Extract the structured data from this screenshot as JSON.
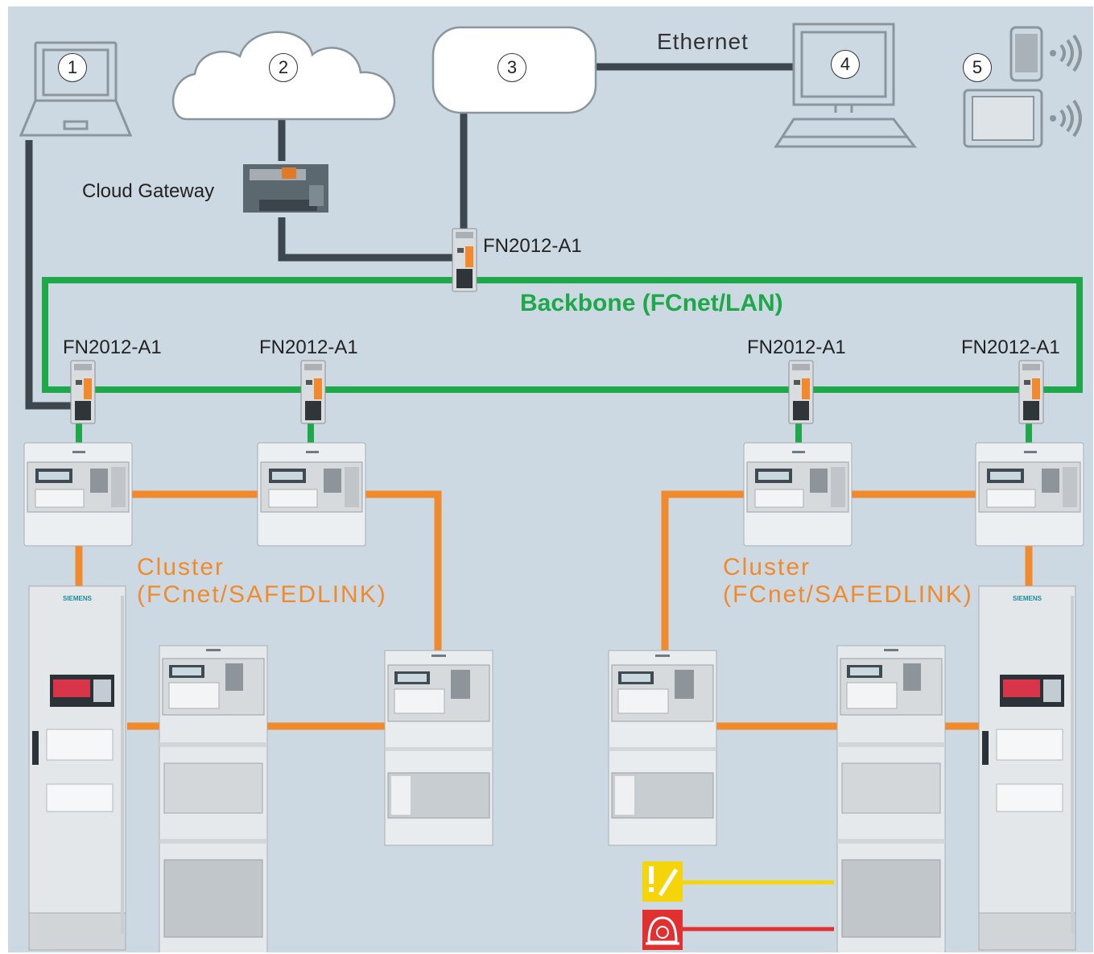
{
  "labels": {
    "cloud_gateway": "Cloud Gateway",
    "ethernet": "Ethernet",
    "backbone": "Backbone (FCnet/LAN)",
    "fn_top": "FN2012-A1",
    "fn_1": "FN2012-A1",
    "fn_2": "FN2012-A1",
    "fn_3": "FN2012-A1",
    "fn_4": "FN2012-A1",
    "cluster_left": "Cluster\n(FCnet/SAFEDLINK)",
    "cluster_right": "Cluster\n(FCnet/SAFEDLINK)"
  },
  "markers": [
    "1",
    "2",
    "3",
    "4",
    "5"
  ],
  "brand": "SIEMENS",
  "colors": {
    "background": "#cdd9e2",
    "backbone": "#1fa84a",
    "cluster": "#f08a2c",
    "network": "#3c4750",
    "fault": "#f5d50a",
    "alarm": "#e03030"
  },
  "icons": [
    "laptop-icon",
    "cloud-icon",
    "desktop-computer-icon",
    "smartphone-icon",
    "tablet-icon",
    "wireless-icon",
    "fault-tool-icon",
    "firefighter-helmet-icon"
  ]
}
